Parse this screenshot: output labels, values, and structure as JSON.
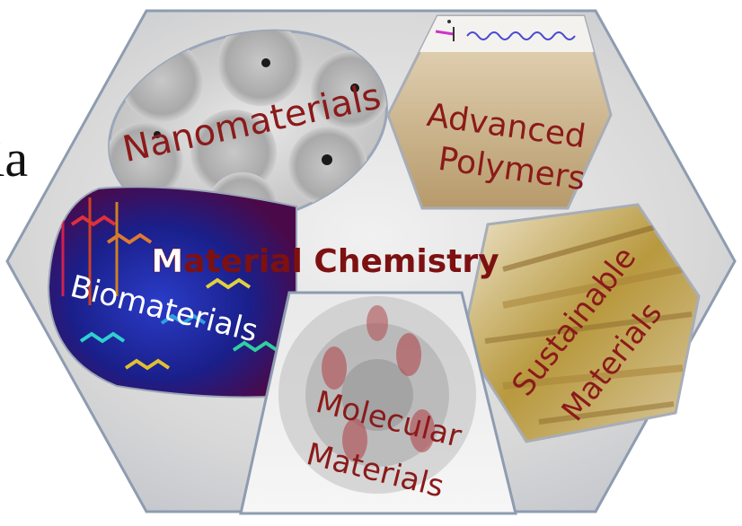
{
  "clipped_text": "ria",
  "center_label": {
    "first_letter": "M",
    "rest": "aterial Chemistry"
  },
  "sections": {
    "nanomaterials": "Nanomaterials",
    "advanced_polymers_line1": "Advanced",
    "advanced_polymers_line2": "Polymers",
    "biomaterials": "Biomaterials",
    "sustainable_line1": "Sustainable",
    "sustainable_line2": "Materials",
    "molecular_line1": "Molecular",
    "molecular_line2": "Materials"
  },
  "colors": {
    "hexagon_fill": "#d9d9d9",
    "hexagon_stroke": "#8e9cb0",
    "label_red": "#8b1a1a",
    "title_red": "#7d1111"
  }
}
